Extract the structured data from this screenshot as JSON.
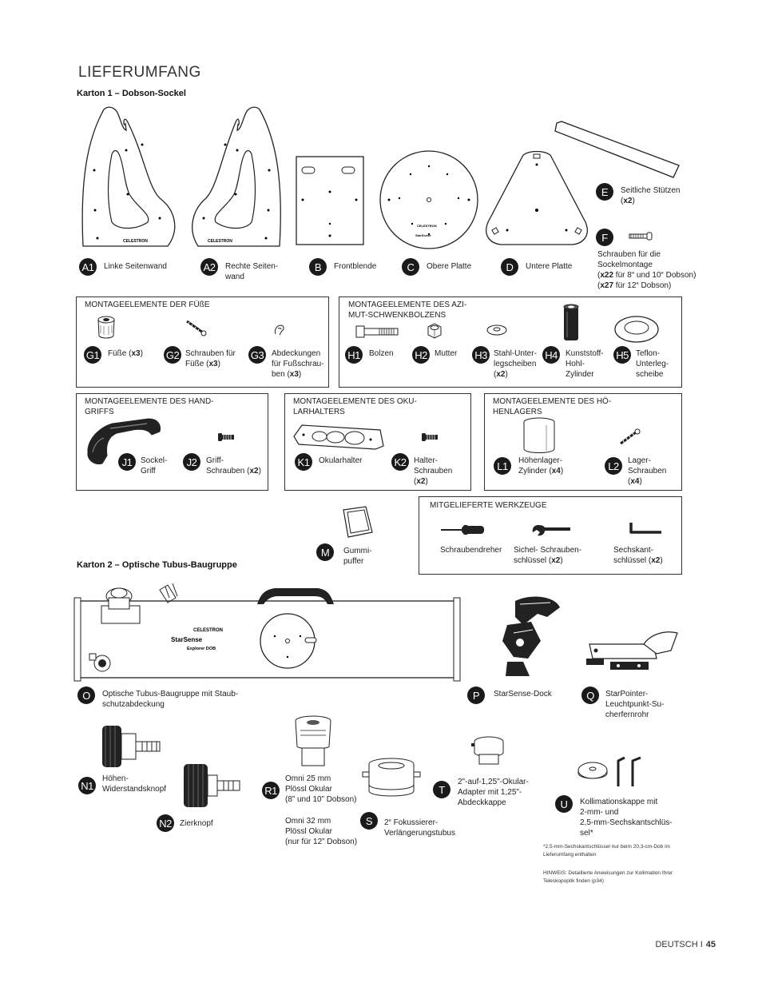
{
  "page_title": "LIEFERUMFANG",
  "box1_heading": "Karton 1 – Dobson-Sockel",
  "box2_heading": "Karton 2 – Optische Tubus-Baugruppe",
  "parts": {
    "A1": {
      "code": "A1",
      "label": "Linke Seitenwand"
    },
    "A2": {
      "code": "A2",
      "label": "Rechte Seiten-\nwand"
    },
    "B": {
      "code": "B",
      "label": "Frontblende"
    },
    "C": {
      "code": "C",
      "label": "Obere Platte"
    },
    "D": {
      "code": "D",
      "label": "Untere Platte"
    },
    "E": {
      "code": "E",
      "label": "Seitliche Stützen",
      "qty": "x2"
    },
    "F": {
      "code": "F",
      "label": "Schrauben für die\nSockelmontage",
      "qty_line1": "x22",
      "line1_rest": " für 8“ und 10“ Dobson)",
      "qty_line2": "x27",
      "line2_rest": " für 12“ Dobson)"
    },
    "G1": {
      "code": "G1",
      "label": "Füße",
      "qty": "x3"
    },
    "G2": {
      "code": "G2",
      "label": "Schrauben für\nFüße",
      "qty": "x3"
    },
    "G3": {
      "code": "G3",
      "label": "Abdeckungen\nfür Fußschrau-\nben",
      "qty": "x3"
    },
    "H1": {
      "code": "H1",
      "label": "Bolzen"
    },
    "H2": {
      "code": "H2",
      "label": "Mutter"
    },
    "H3": {
      "code": "H3",
      "label": "Stahl-Unter-\nlegscheiben",
      "qty": "x2"
    },
    "H4": {
      "code": "H4",
      "label": "Kunststoff-\nHohl-\nZylinder"
    },
    "H5": {
      "code": "H5",
      "label": "Teflon-\nUnterleg-\nscheibe"
    },
    "J1": {
      "code": "J1",
      "label": "Sockel-\nGriff"
    },
    "J2": {
      "code": "J2",
      "label": "Griff-\nSchrauben",
      "qty": "x2"
    },
    "K1": {
      "code": "K1",
      "label": "Okularhalter"
    },
    "K2": {
      "code": "K2",
      "label": "Halter-\nSchrauben",
      "qty": "x2"
    },
    "L1": {
      "code": "L1",
      "label": "Höhenlager-\nZylinder",
      "qty": "x4"
    },
    "L2": {
      "code": "L2",
      "label": "Lager-\nSchrauben",
      "qty": "x4"
    },
    "M": {
      "code": "M",
      "label": "Gummi-\npuffer"
    },
    "tool1": {
      "label": "Schraubendreher"
    },
    "tool2": {
      "label": "Sichel- Schrauben-\nschlüssel",
      "qty": "x2"
    },
    "tool3": {
      "label": "Sechskant-\nschlüssel",
      "qty": "x2"
    },
    "O": {
      "code": "O",
      "label": "Optische Tubus-Baugruppe mit Staub-\nschutzabdeckung"
    },
    "P": {
      "code": "P",
      "label": "StarSense-Dock"
    },
    "Q": {
      "code": "Q",
      "label": "StarPointer-\nLeuchtpunkt-Su-\ncherfernrohr"
    },
    "N1": {
      "code": "N1",
      "label": "Höhen-\nWiderstandsknopf"
    },
    "N2": {
      "code": "N2",
      "label": "Zierknopf"
    },
    "R1": {
      "code": "R1",
      "label": "Omni 25 mm\nPlössl Okular\n(8” und 10” Dobson)"
    },
    "R2": {
      "label": "Omni 32 mm\nPlössl Okular\n(nur für 12” Dobson)"
    },
    "S": {
      "code": "S",
      "label": "2“ Fokussierer-\nVerlängerungstubus"
    },
    "T": {
      "code": "T",
      "label": "2\"-auf-1,25\"-Okular-\nAdapter mit 1,25\"-\nAbdeckkappe"
    },
    "U": {
      "code": "U",
      "label": "Kollimationskappe mit\n2-mm- und\n2,5-mm-Sechskantschlüs-\nsel*"
    }
  },
  "groups": {
    "feet": "MONTAGEELEMENTE DER FÜßE",
    "azimuth": "MONTAGEELEMENTE DES AZI-\nMUT-SCHWENKBOLZENS",
    "handle": "MONTAGEELEMENTE DES HAND-\nGRIFFS",
    "eyepiece": "MONTAGEELEMENTE DES OKU-\nLARHALTERS",
    "altitude": "MONTAGEELEMENTE DES HÖ-\nHENLAGERS",
    "tools": "MITGELIEFERTE WERKZEUGE"
  },
  "artwork_text": {
    "brand": "CELESTRON",
    "product": "StarSense",
    "model": "Explorer DOB"
  },
  "notes": {
    "footnote": "*2,5-mm-Sechskantschlüssel nur beim 20,3-cm-Dob im\nLieferumfang enthalten",
    "hint": "HINWEIS: Detaillierte Anweisungen zur Kollimation Ihrer\nTeleskopoptik finden (p34)"
  },
  "footer": {
    "language": "DEUTSCH I",
    "page": "45"
  }
}
